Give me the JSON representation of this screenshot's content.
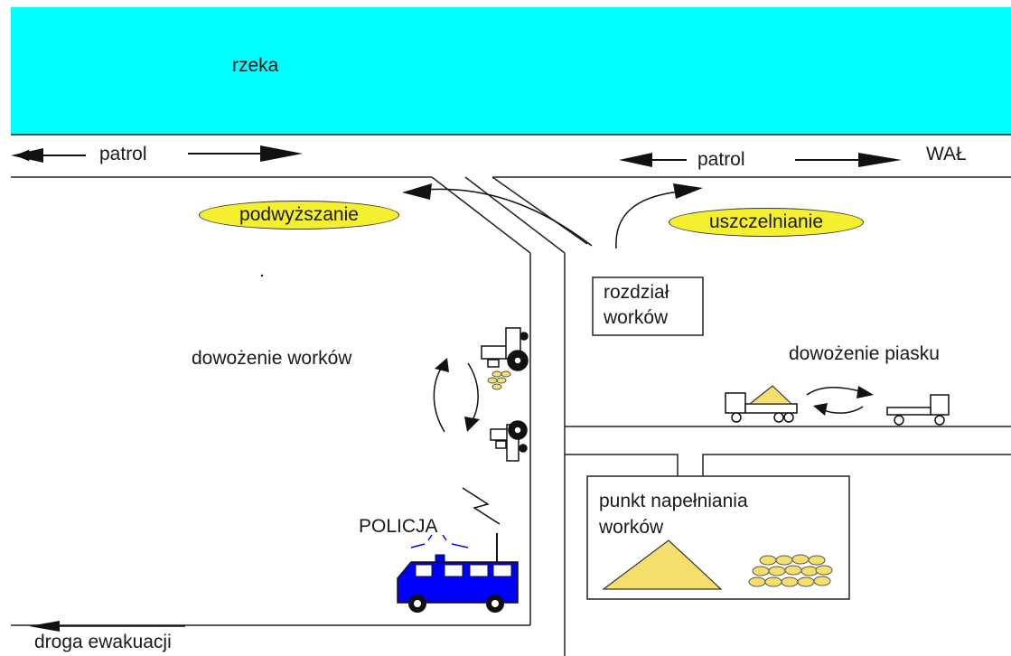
{
  "river": {
    "label": "rzeka",
    "color": "#00ffff"
  },
  "dike": {
    "patrol_left": "patrol",
    "patrol_right": "patrol",
    "label": "WAŁ"
  },
  "tasks": {
    "raising": "podwyższanie",
    "sealing": "uszczelnianie",
    "highlight_color": "#f5ef2f"
  },
  "bag_distribution": {
    "line1": "rozdział",
    "line2": "worków"
  },
  "bag_transport": "dowożenie worków",
  "sand_transport": "dowożenie piasku",
  "filling_point": {
    "line1": "punkt napełniania",
    "line2": "worków"
  },
  "police": {
    "label": "POLICJA",
    "vehicle_color": "#0000ff"
  },
  "evacuation": "droga ewakuacji",
  "sand_color": "#f5e06e"
}
